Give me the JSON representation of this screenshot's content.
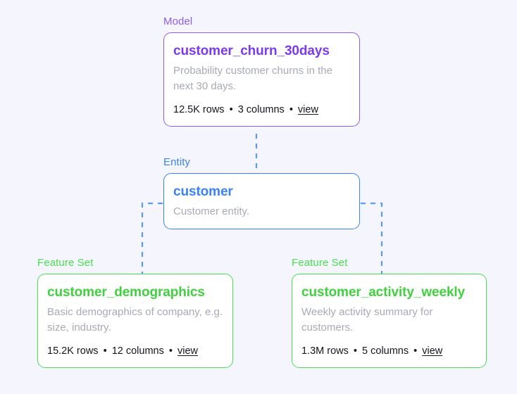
{
  "theme": {
    "background": "#f5f6fd",
    "card_fill": "#ffffff",
    "model_color": "#8b5cf6",
    "entity_color": "#3b82f6",
    "feature_set_color": "#4ade50",
    "connector_color": "#5b9bf8",
    "description_color": "#a8aab8",
    "stats_color": "#15161c"
  },
  "nodes": {
    "model": {
      "type_label": "Model",
      "title": "customer_churn_30days",
      "description": "Probability customer churns in the next 30 days.",
      "stats": {
        "rows": "12.5K rows",
        "columns": "3 columns",
        "link": "view",
        "separator": "•"
      }
    },
    "entity": {
      "type_label": "Entity",
      "title": "customer",
      "description": "Customer entity."
    },
    "feature_set_left": {
      "type_label": "Feature Set",
      "title": "customer_demographics",
      "description": "Basic demographics of company, e.g. size, industry.",
      "stats": {
        "rows": "15.2K rows",
        "columns": "12 columns",
        "link": "view",
        "separator": "•"
      }
    },
    "feature_set_right": {
      "type_label": "Feature Set",
      "title": "customer_activity_weekly",
      "description": "Weekly activity summary for customers.",
      "stats": {
        "rows": "1.3M rows",
        "columns": "5 columns",
        "link": "view",
        "separator": "•"
      }
    }
  }
}
